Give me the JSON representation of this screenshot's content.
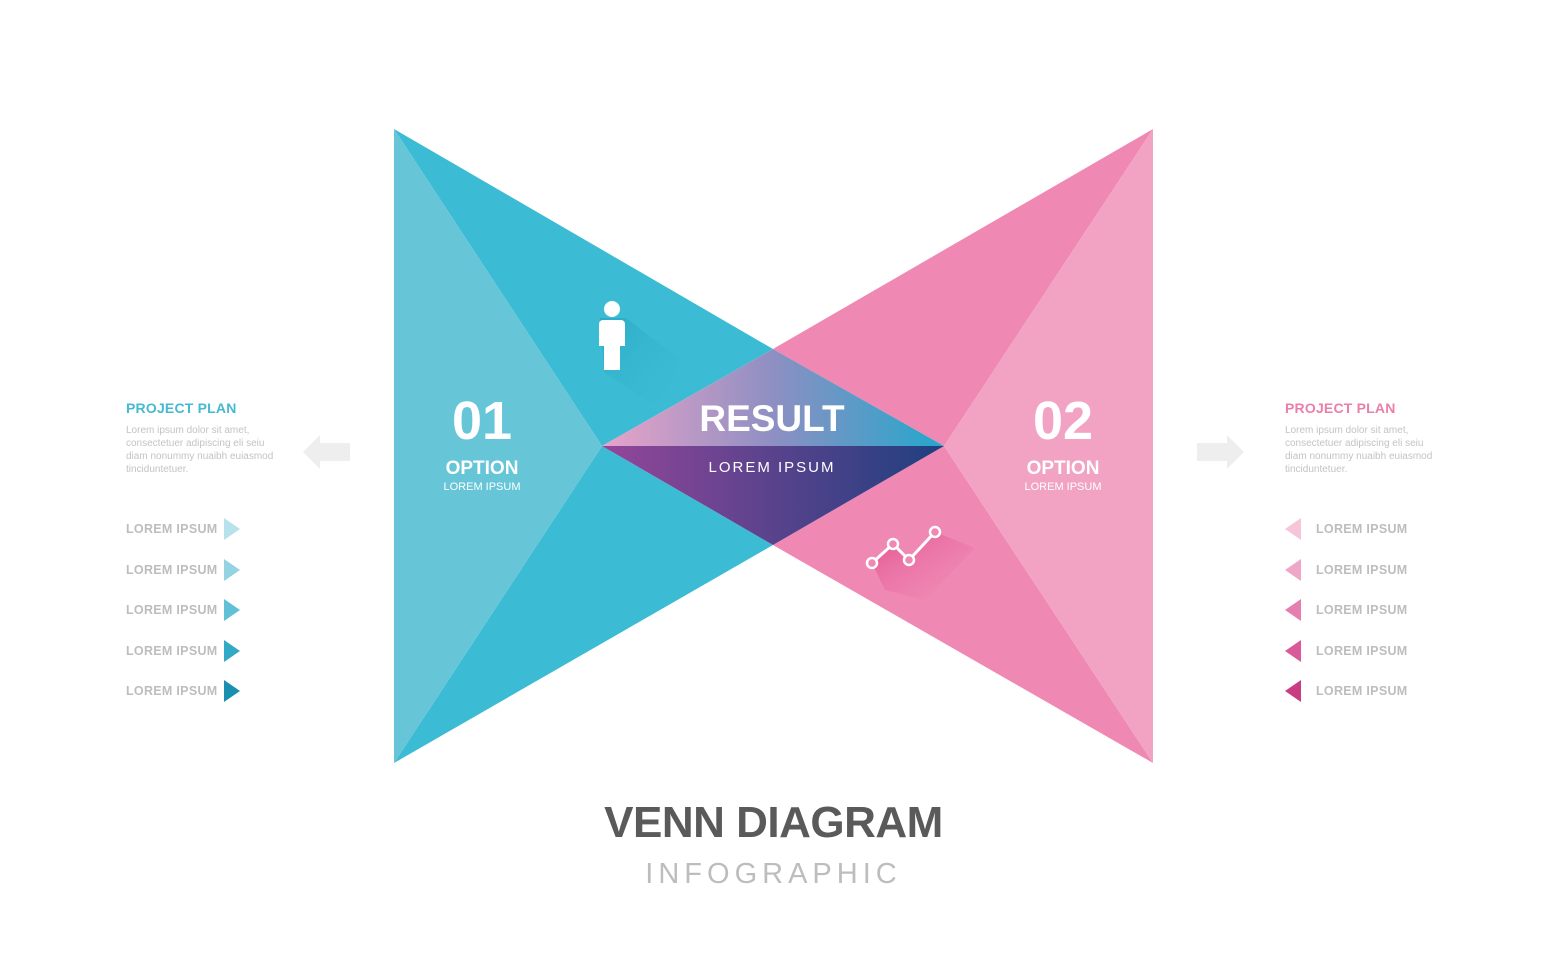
{
  "colors": {
    "teal": "#3cbcd4",
    "teal_light": "#66c6d8",
    "pink": "#ef88b3",
    "pink_light": "#f2a3c3",
    "result_top_left": "#e7a0c8",
    "result_top_right": "#2aa8cc",
    "result_bottom_left": "#8d4a96",
    "result_bottom_right": "#223e7e",
    "heading_teal": "#45bad0",
    "heading_pink": "#ea7fab"
  },
  "left_panel": {
    "title": "PROJECT PLAN",
    "body": "Lorem ipsum dolor sit amet, consectetuer adipiscing eli seiu diam nonummy nuaibh euiasmod tinciduntetuer.",
    "items": [
      "LOREM IPSUM",
      "LOREM IPSUM",
      "LOREM IPSUM",
      "LOREM IPSUM",
      "LOREM IPSUM"
    ],
    "marker_colors": [
      "#b7e2ec",
      "#93d3e2",
      "#5fc0d6",
      "#34a9c6",
      "#1a8fb0"
    ],
    "arrow_icon": "arrow-left-icon"
  },
  "right_panel": {
    "title": "PROJECT PLAN",
    "body": "Lorem ipsum dolor sit amet, consectetuer adipiscing eli seiu diam nonummy nuaibh euiasmod tinciduntetuer.",
    "items": [
      "LOREM IPSUM",
      "LOREM IPSUM",
      "LOREM IPSUM",
      "LOREM IPSUM",
      "LOREM IPSUM"
    ],
    "marker_colors": [
      "#f6c5d9",
      "#f0a6c6",
      "#e47fb0",
      "#d95a98",
      "#c93d82"
    ],
    "arrow_icon": "arrow-right-icon"
  },
  "option1": {
    "number": "01",
    "label": "OPTION",
    "sub": "LOREM IPSUM",
    "icon": "person-icon"
  },
  "option2": {
    "number": "02",
    "label": "OPTION",
    "sub": "LOREM IPSUM",
    "icon": "line-chart-icon"
  },
  "result": {
    "title": "RESULT",
    "sub": "LOREM IPSUM"
  },
  "footer": {
    "title": "VENN DIAGRAM",
    "subtitle": "INFOGRAPHIC"
  }
}
